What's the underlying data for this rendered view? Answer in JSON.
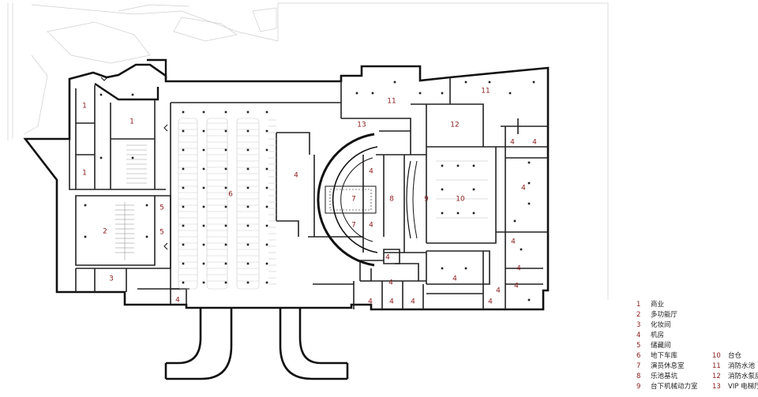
{
  "rooms": [
    {
      "id": "r1a",
      "label": "1"
    },
    {
      "id": "r1b",
      "label": "1"
    },
    {
      "id": "r1c",
      "label": "1"
    },
    {
      "id": "r2",
      "label": "2"
    },
    {
      "id": "r3",
      "label": "3"
    },
    {
      "id": "r4a",
      "label": "4"
    },
    {
      "id": "r4b",
      "label": "4"
    },
    {
      "id": "r4c",
      "label": "4"
    },
    {
      "id": "r4d",
      "label": "4"
    },
    {
      "id": "r4e",
      "label": "4"
    },
    {
      "id": "r4f",
      "label": "4"
    },
    {
      "id": "r4g",
      "label": "4"
    },
    {
      "id": "r4h",
      "label": "4"
    },
    {
      "id": "r4i",
      "label": "4"
    },
    {
      "id": "r4j",
      "label": "4"
    },
    {
      "id": "r4k",
      "label": "4"
    },
    {
      "id": "r4l",
      "label": "4"
    },
    {
      "id": "r4m",
      "label": "4"
    },
    {
      "id": "r4n",
      "label": "4"
    },
    {
      "id": "r4o",
      "label": "4"
    },
    {
      "id": "r4p",
      "label": "4"
    },
    {
      "id": "r4q",
      "label": "4"
    },
    {
      "id": "r4r",
      "label": "4"
    },
    {
      "id": "r5a",
      "label": "5"
    },
    {
      "id": "r5b",
      "label": "5"
    },
    {
      "id": "r6",
      "label": "6"
    },
    {
      "id": "r7a",
      "label": "7"
    },
    {
      "id": "r7b",
      "label": "7"
    },
    {
      "id": "r8",
      "label": "8"
    },
    {
      "id": "r9",
      "label": "9"
    },
    {
      "id": "r10",
      "label": "10"
    },
    {
      "id": "r11a",
      "label": "11"
    },
    {
      "id": "r11b",
      "label": "11"
    },
    {
      "id": "r12",
      "label": "12"
    },
    {
      "id": "r13",
      "label": "13"
    }
  ],
  "legend": {
    "col1": [
      {
        "num": "1",
        "text": "商业"
      },
      {
        "num": "2",
        "text": "多功能厅"
      },
      {
        "num": "3",
        "text": "化妆间"
      },
      {
        "num": "4",
        "text": "机房"
      },
      {
        "num": "5",
        "text": "储藏间"
      },
      {
        "num": "6",
        "text": "地下车库"
      },
      {
        "num": "7",
        "text": "演员休息室"
      },
      {
        "num": "8",
        "text": "乐池基坑"
      },
      {
        "num": "9",
        "text": "台下机械动力室"
      }
    ],
    "col2": [
      {
        "num": "10",
        "text": "台仓"
      },
      {
        "num": "11",
        "text": "消防水池"
      },
      {
        "num": "12",
        "text": "消防水泵房"
      },
      {
        "num": "13",
        "text": "VIP 电梯厅"
      }
    ]
  },
  "colors": {
    "wall": "#111111",
    "thin": "#555555",
    "faint": "#c4c4c4",
    "label": "#8b1a1a"
  }
}
